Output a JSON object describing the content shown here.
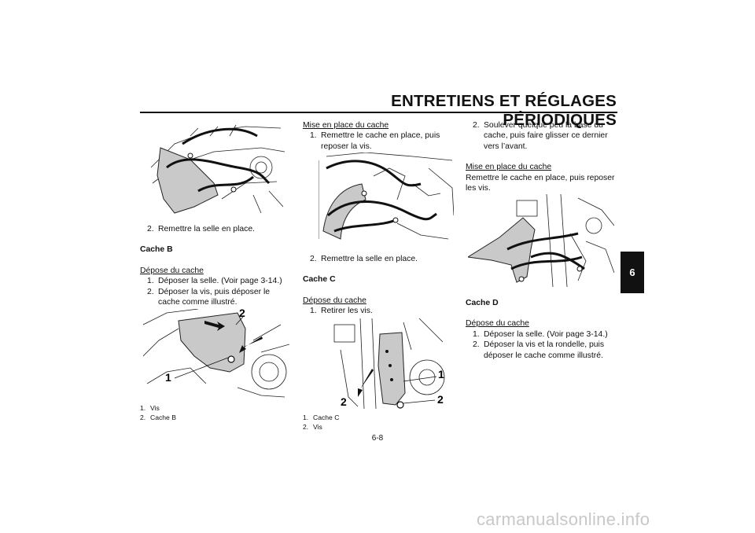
{
  "header": {
    "title": "ENTRETIENS ET RÉGLAGES PÉRIODIQUES"
  },
  "chapter_tab": "6",
  "col1": {
    "step_resell": {
      "num": "2.",
      "text": "Remettre la selle en place."
    },
    "cache_b_title": "Cache B",
    "depose_title": "Dépose du cache",
    "steps": [
      {
        "num": "1.",
        "text": "Déposer la selle. (Voir page 3-14.)"
      },
      {
        "num": "2.",
        "text": "Déposer la vis, puis déposer le cache comme illustré."
      }
    ],
    "fig_callouts": [
      "1",
      "2"
    ],
    "legend": [
      {
        "num": "1.",
        "text": "Vis"
      },
      {
        "num": "2.",
        "text": "Cache B"
      }
    ]
  },
  "col2": {
    "mise_title": "Mise en place du cache",
    "mise_step": {
      "num": "1.",
      "text": "Remettre le cache en place, puis reposer la vis."
    },
    "step_resell": {
      "num": "2.",
      "text": "Remettre la selle en place."
    },
    "cache_c_title": "Cache C",
    "depose_title": "Dépose du cache",
    "depose_step": {
      "num": "1.",
      "text": "Retirer les vis."
    },
    "fig_callouts": [
      "1",
      "2",
      "2"
    ],
    "legend": [
      {
        "num": "1.",
        "text": "Cache C"
      },
      {
        "num": "2.",
        "text": "Vis"
      }
    ]
  },
  "col3": {
    "step_lift": {
      "num": "2.",
      "text": "Soulever quelque peu la base du cache, puis faire glisser ce dernier vers l’avant."
    },
    "mise_title": "Mise en place du cache",
    "mise_text": "Remettre le cache en place, puis reposer les vis.",
    "cache_d_title": "Cache D",
    "depose_title": "Dépose du cache",
    "steps": [
      {
        "num": "1.",
        "text": "Déposer la selle. (Voir page 3-14.)"
      },
      {
        "num": "2.",
        "text": "Déposer la vis et la rondelle, puis déposer le cache comme illustré."
      }
    ]
  },
  "page_number": "6-8",
  "watermark": "carmanualsonline.info"
}
